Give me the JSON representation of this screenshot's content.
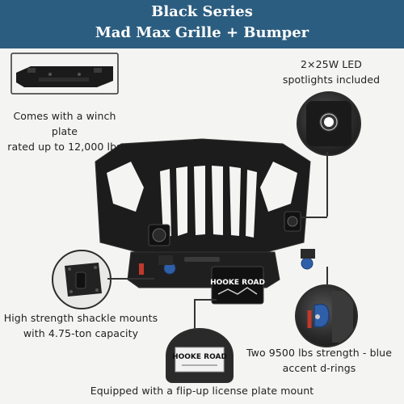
{
  "banner": {
    "line1": "Black Series",
    "line2": "Mad Max Grille + Bumper"
  },
  "captions": {
    "winch": [
      "Comes with a winch plate",
      "rated up to 12,000 lbs"
    ],
    "led": [
      "2×25W LED",
      "spotlights included"
    ],
    "shackle": [
      "High strength shackle mounts",
      "with 4.75-ton capacity"
    ],
    "dring": [
      "Two 9500 lbs strength - blue",
      "accent d-rings"
    ],
    "plate": [
      "Equipped with a flip-up license plate mount"
    ]
  },
  "brand": {
    "name": "HOOKE ROAD",
    "plate_name": "HOOKE ROAD"
  },
  "colors": {
    "banner": "#2b5d80",
    "accent_blue": "#2f5fa8",
    "accent_red": "#c0392b",
    "product": "#1c1c1c"
  }
}
